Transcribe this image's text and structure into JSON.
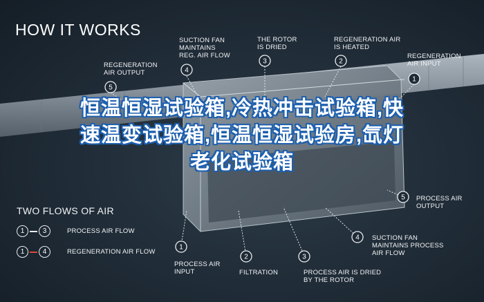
{
  "title": "HOW IT WORKS",
  "accent_color": "#1d5fae",
  "steps": [
    {
      "id": "step-top-5",
      "num": "5",
      "label": "REGENERATION\nAIR OUTPUT"
    },
    {
      "id": "step-top-4",
      "num": "4",
      "label": "SUCTION FAN\nMAINTAINS\nREG. AIR FLOW"
    },
    {
      "id": "step-top-3",
      "num": "3",
      "label": "THE ROTOR\nIS DRIED"
    },
    {
      "id": "step-top-2",
      "num": "2",
      "label": "REGENERATION AIR\nIS HEATED"
    },
    {
      "id": "step-top-1",
      "num": "1",
      "label": "REGENERATION\nAIR INPUT"
    },
    {
      "id": "step-right-5",
      "num": "5",
      "label": "PROCESS AIR\nOUTPUT"
    },
    {
      "id": "step-right-4",
      "num": "4",
      "label": "SUCTION FAN\nMAINTAINS PROCESS\nAIR FLOW"
    },
    {
      "id": "step-bottom-1",
      "num": "1",
      "label": "PROCESS AIR\nINPUT"
    },
    {
      "id": "step-bottom-2",
      "num": "2",
      "label": "FILTRATION"
    },
    {
      "id": "step-bottom-3",
      "num": "3",
      "label": "PROCESS AIR IS DRIED\nBY THE ROTOR"
    }
  ],
  "flows": {
    "title": "TWO FLOWS OF AIR",
    "items": [
      {
        "from": "1",
        "to": "3",
        "label": "PROCESS AIR FLOW",
        "color": "#e8ecef"
      },
      {
        "from": "1",
        "to": "4",
        "label": "REGENERATION AIR FLOW",
        "color": "#d94a3a"
      }
    ]
  },
  "watermark": "恒温恒湿试验箱,冷热冲击试验箱,快速温变试验箱,恒温恒湿试验房,氙灯老化试验箱"
}
